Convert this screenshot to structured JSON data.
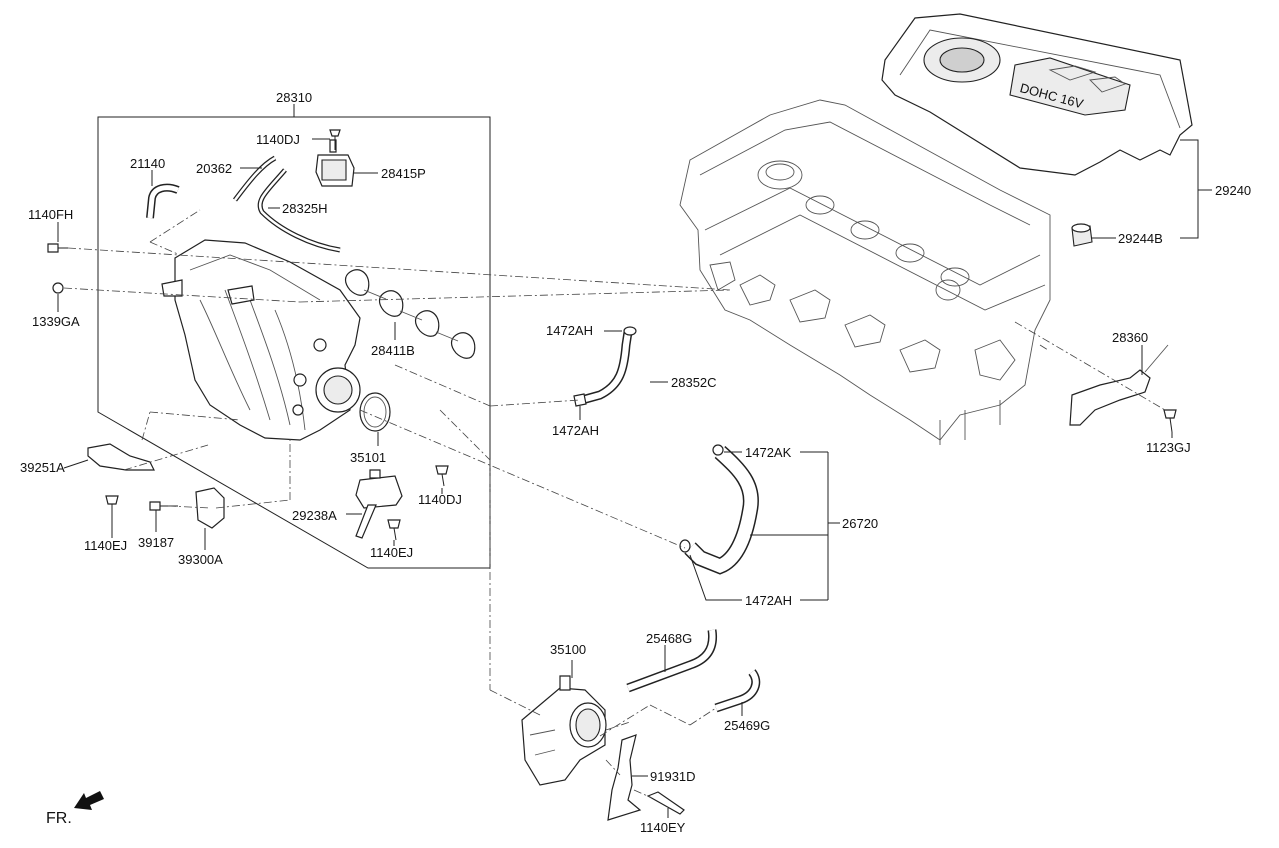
{
  "labels": {
    "p28310": "28310",
    "p1140DJ_top": "1140DJ",
    "p21140": "21140",
    "p20362": "20362",
    "p28415P": "28415P",
    "p28325H": "28325H",
    "p1140FH": "1140FH",
    "p1339GA": "1339GA",
    "p28411B": "28411B",
    "p1472AH_a": "1472AH",
    "p28352C": "28352C",
    "p1472AH_b": "1472AH",
    "p35101": "35101",
    "p1140DJ_mid": "1140DJ",
    "p29238A": "29238A",
    "p1140EJ_mid": "1140EJ",
    "p39251A": "39251A",
    "p1140EJ_left": "1140EJ",
    "p39187": "39187",
    "p39300A": "39300A",
    "p1472AK": "1472AK",
    "p26720": "26720",
    "p1472AH_c": "1472AH",
    "p29240": "29240",
    "p29244B": "29244B",
    "p28360": "28360",
    "p1123GJ": "1123GJ",
    "p35100": "35100",
    "p25468G": "25468G",
    "p25469G": "25469G",
    "p91931D": "91931D",
    "p1140EY": "1140EY",
    "fr": "FR.",
    "cover_text": "DOHC 16V"
  },
  "icons": {
    "front_arrow": "front-direction-arrow-icon"
  }
}
